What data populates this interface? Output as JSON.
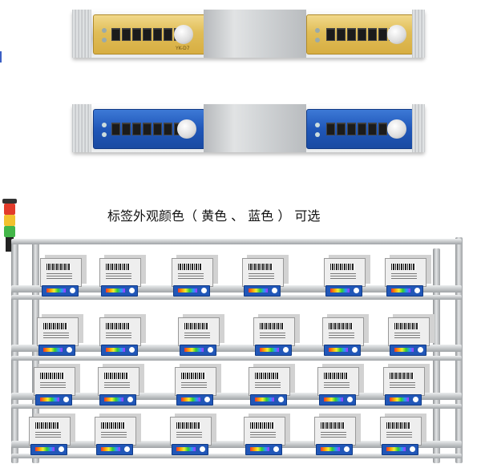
{
  "caption": "标签外观颜色（ 黄色 、 蓝色 ） 可选",
  "device_model_label": "YK-D7",
  "colors": {
    "yellow_face": "#e0bd57",
    "blue_face": "#2057b8",
    "rack_metal": "#c8cbce",
    "stack_light": [
      "#e23b2b",
      "#f2c12e",
      "#43b649"
    ]
  },
  "rack_rows": [
    6,
    6,
    6,
    6
  ]
}
